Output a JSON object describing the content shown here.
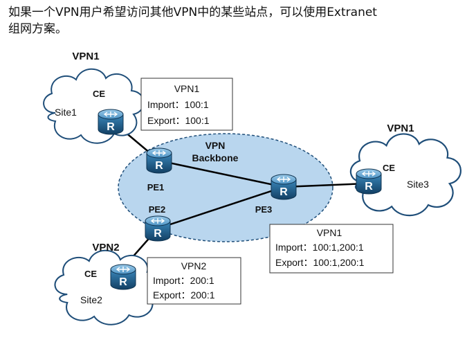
{
  "heading": {
    "line1": "如果一个VPN用户希望访问其他VPN中的某些站点，可以使用Extranet",
    "line2": "组网方案。"
  },
  "backbone": {
    "line1": "VPN",
    "line2": "Backbone"
  },
  "sites": {
    "site1": {
      "vpn": "VPN1",
      "ce": "CE",
      "name": "Site1"
    },
    "site2": {
      "vpn": "VPN2",
      "ce": "CE",
      "name": "Site2"
    },
    "site3": {
      "vpn": "VPN1",
      "ce": "CE",
      "name": "Site3"
    }
  },
  "routers": {
    "pe1": "PE1",
    "pe2": "PE2",
    "pe3": "PE3",
    "router_glyph": "R"
  },
  "boxes": {
    "pe1": {
      "title": "VPN1",
      "import": "Import：100:1",
      "export": "Export：100:1"
    },
    "pe2": {
      "title": "VPN2",
      "import": "Import：200:1",
      "export": "Export：200:1"
    },
    "pe3": {
      "title": "VPN1",
      "import": "Import：100:1,200:1",
      "export": "Export：100:1,200:1"
    }
  },
  "colors": {
    "backbone_fill": "#b9d6ee",
    "router_body": "#1f5f8a",
    "cloud_stroke": "#1f4e79",
    "link": "#000000"
  }
}
